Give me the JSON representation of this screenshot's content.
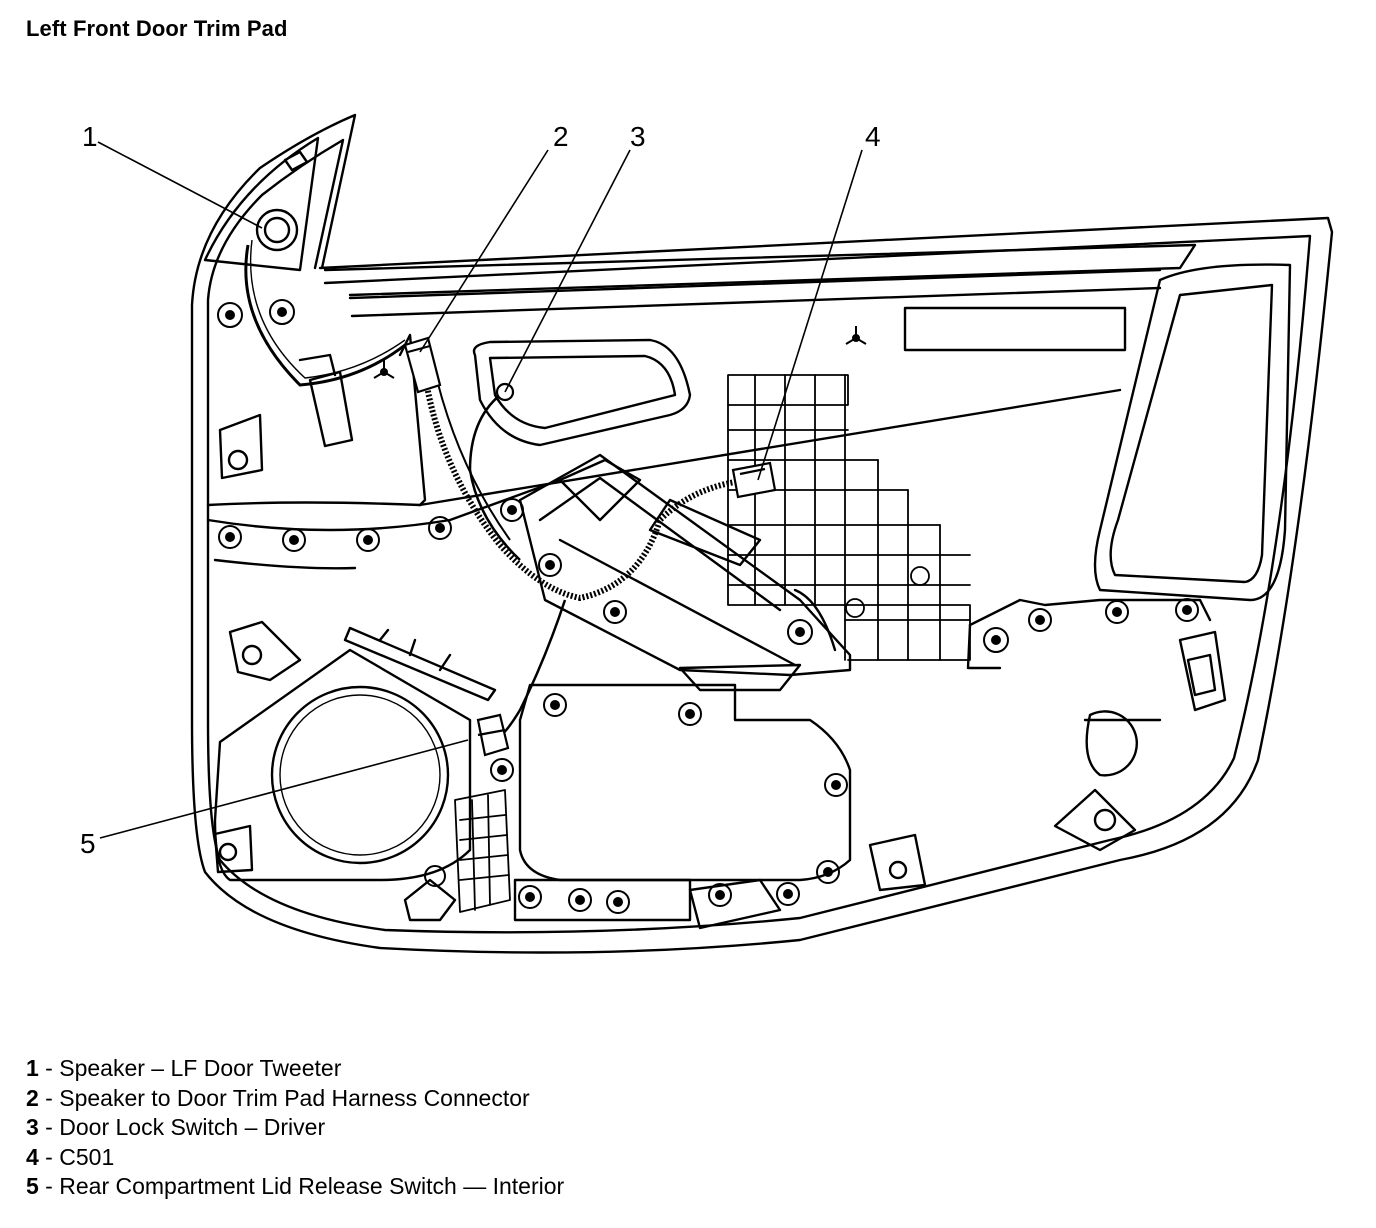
{
  "title": "Left Front Door Trim Pad",
  "callouts": [
    {
      "number": "1",
      "label": "Speaker – LF Door Tweeter"
    },
    {
      "number": "2",
      "label": "Speaker to Door Trim Pad Harness Connector"
    },
    {
      "number": "3",
      "label": "Door Lock Switch – Driver"
    },
    {
      "number": "4",
      "label": "C501"
    },
    {
      "number": "5",
      "label": "Rear Compartment Lid Release Switch — Interior"
    }
  ],
  "legend_separator": " - "
}
